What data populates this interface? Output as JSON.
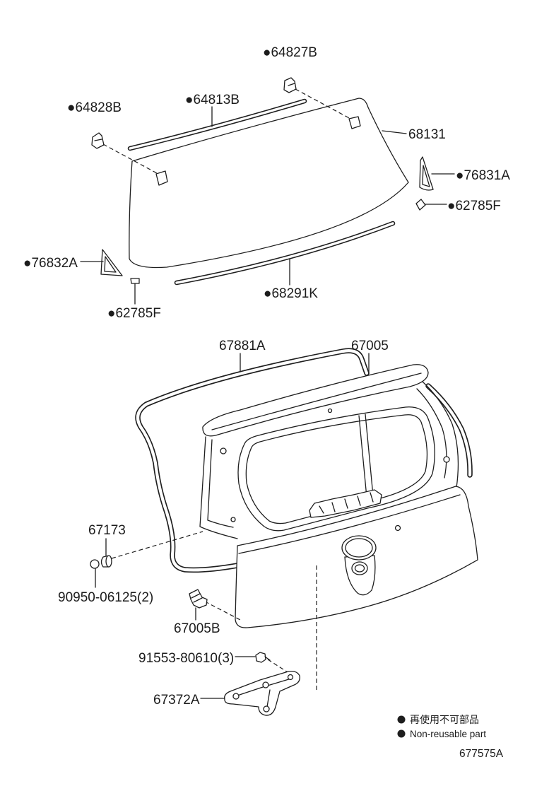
{
  "callouts": [
    "●64827B",
    "●64828B",
    "●64813B",
    "68131",
    "●76831A",
    "●62785F",
    "●76832A",
    "●68291K",
    "●62785F",
    "67881A",
    "67005",
    "67173",
    "90950-06125(2)",
    "67005B",
    "91553-80610(3)",
    "67372A"
  ],
  "legend": {
    "items": [
      {
        "text": "再使用不可部品"
      },
      {
        "text": "Non-reusable part"
      }
    ]
  },
  "figure_id": "677575A"
}
